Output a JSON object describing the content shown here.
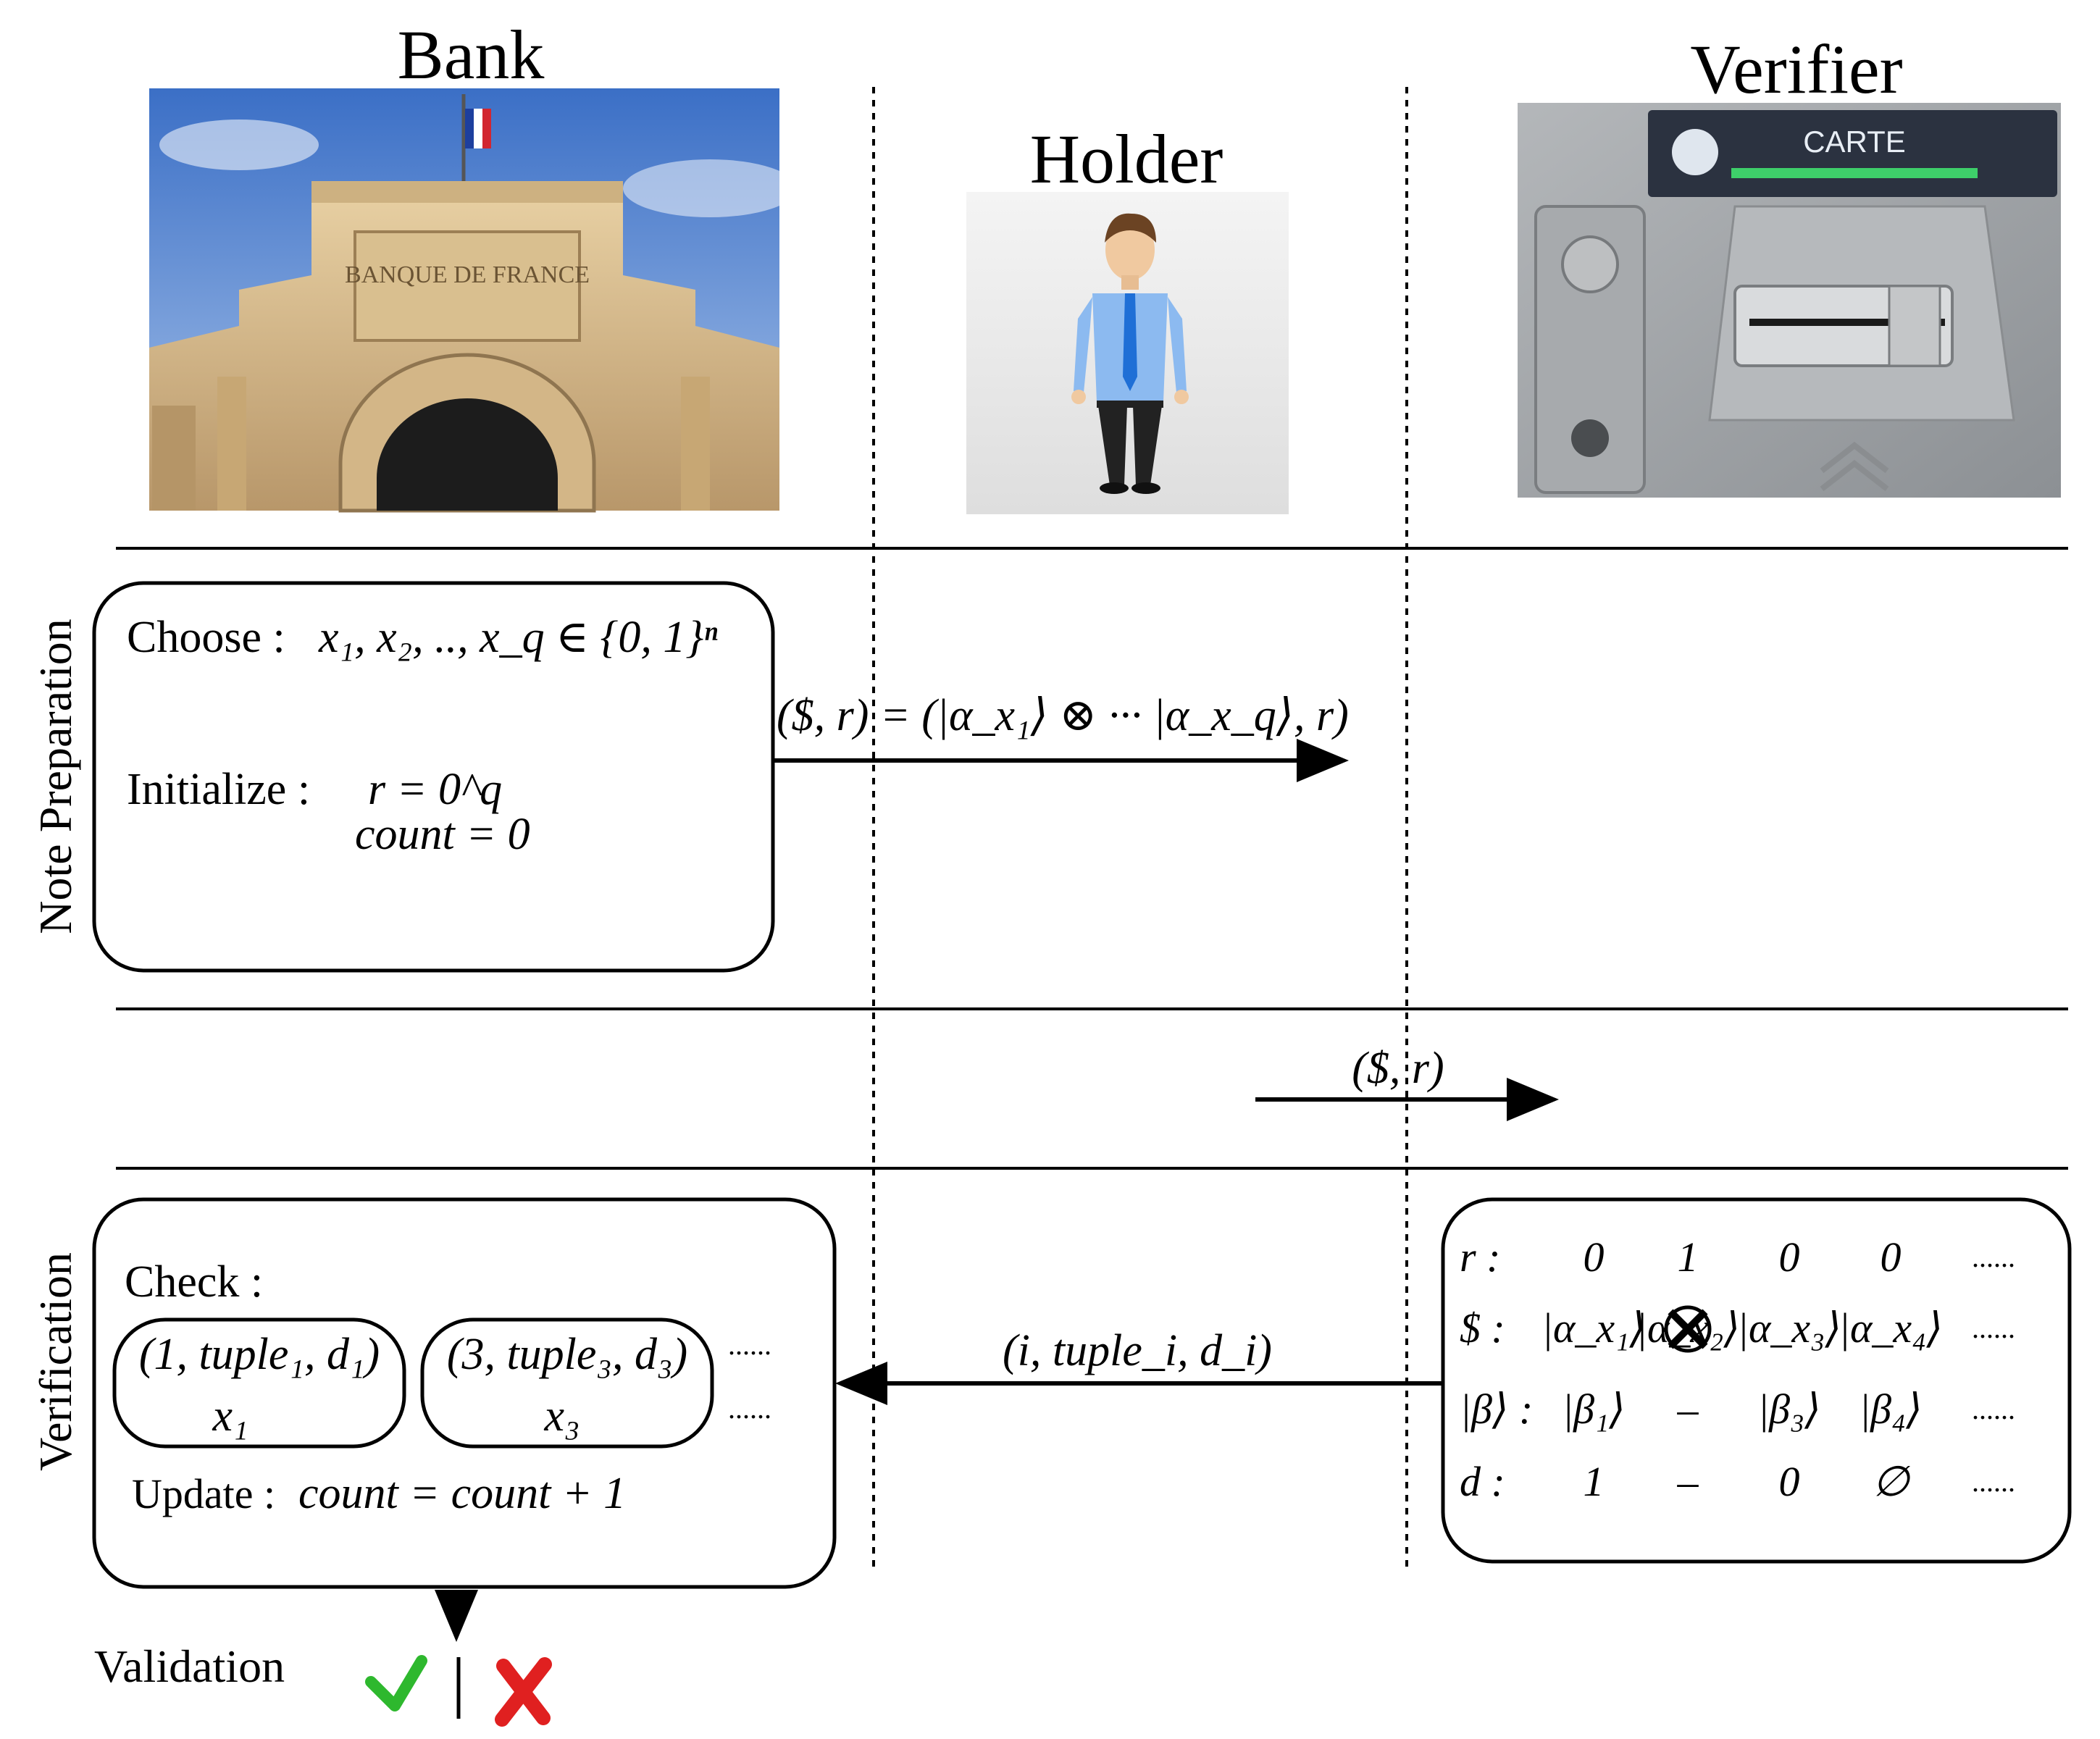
{
  "parties": {
    "bank": {
      "label": "Bank",
      "image": "banque-de-france-building-photo",
      "building_sign": "BANQUE DE FRANCE",
      "flag": "french-flag"
    },
    "holder": {
      "label": "Holder",
      "image": "cartoon-man-figure"
    },
    "verifier": {
      "label": "Verifier",
      "image": "card-reader-slot-photo",
      "display_text": "CARTE"
    }
  },
  "phases": {
    "note_preparation": "Note Preparation",
    "verification": "Verification"
  },
  "note_preparation": {
    "choose_label": "Choose :",
    "choose_expr": "x₁, x₂, .., x_q ∈ {0, 1}ⁿ",
    "initialize_label": "Initialize :",
    "initialize_r": "r = 0^q",
    "initialize_count": "count = 0",
    "message_to_holder": "($, r) = (|α_x₁⟩ ⊗ ··· |α_x_q⟩, r)"
  },
  "transfer": {
    "message": "($, r)"
  },
  "verification": {
    "check_label": "Check :",
    "tuples": [
      {
        "tuple": "(1, tuple₁, d₁)",
        "x": "x₁"
      },
      {
        "tuple": "(3, tuple₃, d₃)",
        "x": "x₃"
      }
    ],
    "ellipsis": "......",
    "update_label": "Update :",
    "update_expr": "count = count + 1",
    "message_to_bank": "(i, tuple_i, d_i)"
  },
  "verifier_table": {
    "rows": [
      {
        "label": "r :",
        "cells": [
          "0",
          "1",
          "0",
          "0"
        ],
        "more": "......"
      },
      {
        "label": "$ :",
        "cells": [
          "|α_x₁⟩",
          "|α_x₂⟩",
          "|α_x₃⟩",
          "|α_x₄⟩"
        ],
        "more": "......"
      },
      {
        "label": "|β⟩ :",
        "cells": [
          "|β₁⟩",
          "–",
          "|β₃⟩",
          "|β₄⟩"
        ],
        "more": "......"
      },
      {
        "label": "d :",
        "cells": [
          "1",
          "–",
          "0",
          "∅"
        ],
        "more": "......"
      }
    ],
    "crossed_cell": {
      "row": 1,
      "col": 1,
      "icon": "crossed-circle-icon"
    }
  },
  "validation": {
    "label": "Validation",
    "accept_icon": "check-mark-icon",
    "reject_icon": "red-x-icon",
    "accept_color": "#2eb82e",
    "reject_color": "#e02020"
  }
}
